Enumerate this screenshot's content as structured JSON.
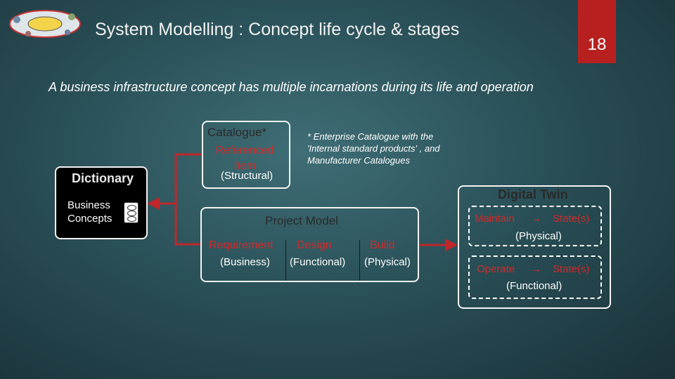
{
  "header": {
    "title": "System Modelling : Concept life cycle & stages",
    "page_number": "18"
  },
  "intro": "A business infrastructure concept has multiple incarnations during its life and operation",
  "dictionary": {
    "title": "Dictionary",
    "concepts": "Business Concepts"
  },
  "catalogue": {
    "title": "Catalogue*",
    "item": "Referenced Item",
    "type": "(Structural)",
    "note": "* Enterprise Catalogue with the 'Internal standard products' , and Manufacturer Catalogues"
  },
  "project_model": {
    "title": "Project Model",
    "columns": [
      {
        "label": "Requirement",
        "sub": "(Business)"
      },
      {
        "label": "Design",
        "sub": "(Functional)"
      },
      {
        "label": "Build",
        "sub": "(Physical)"
      }
    ]
  },
  "digital_twin": {
    "title": "Digital Twin",
    "maintain": {
      "action": "Maintain",
      "arrow": "→",
      "state": "State(s)",
      "type": "(Physical)"
    },
    "operate": {
      "action": "Operate",
      "arrow": "→",
      "state": "State(s)",
      "type": "(Functional)"
    }
  },
  "colors": {
    "accent_red": "#d12a2a",
    "badge_red": "#b82020",
    "connector_red": "#c0262b",
    "background": "#2a5058"
  }
}
